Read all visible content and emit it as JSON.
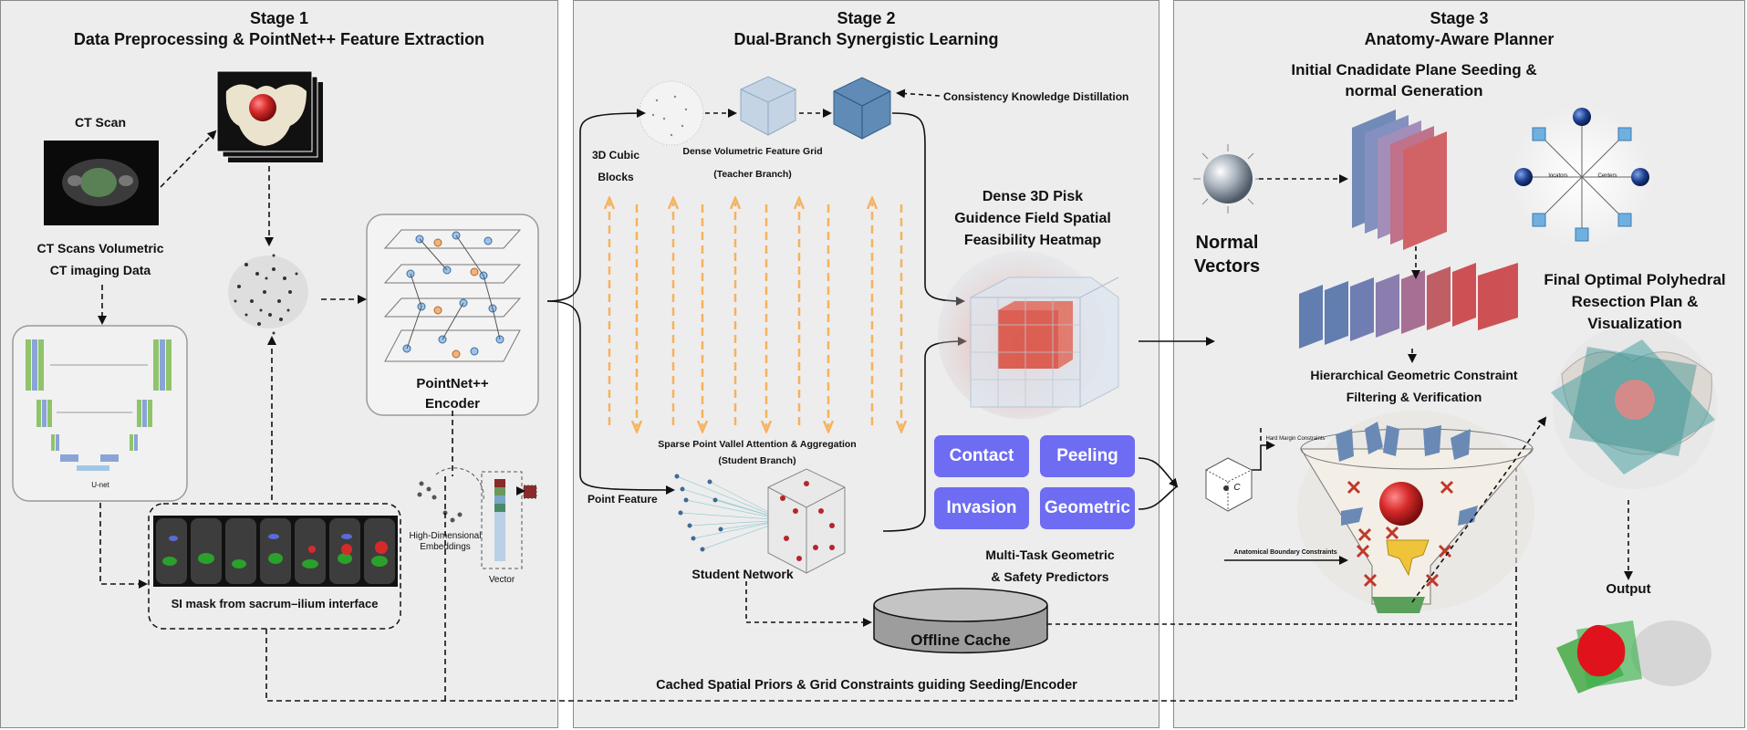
{
  "stage1": {
    "stage_label": "Stage 1",
    "title": "Data Preprocessing & PointNet++ Feature Extraction",
    "ct_scan": "CT Scan",
    "ct_caption_1": "CT Scans Volumetric",
    "ct_caption_2": "CT imaging Data",
    "unet": "U-net",
    "mask_caption": "SI mask from sacrum–ilium interface",
    "encoder_1": "PointNet++",
    "encoder_2": "Encoder",
    "embeddings_1": "High-Dimensional",
    "embeddings_2": "Embeddings",
    "vector": "Vector"
  },
  "stage2": {
    "stage_label": "Stage 2",
    "title": "Dual-Branch Synergistic Learning",
    "cubic_1": "3D Cubic",
    "cubic_2": "Blocks",
    "grid_1": "Dense Volumetric Feature Grid",
    "grid_2": "(Teacher Branch)",
    "distill": "Consistency Knowledge Distillation",
    "sparse_1": "Sparse Point Vallel Attention & Aggregation",
    "sparse_2": "(Student Branch)",
    "point_feature": "Point Feature",
    "student": "Student Network",
    "heat_1": "Dense 3D Pisk",
    "heat_2": "Guidence Field Spatial",
    "heat_3": "Feasibility Heatmap",
    "predictors": [
      "Contact",
      "Peeling",
      "Invasion",
      "Geometric"
    ],
    "multitask_1": "Multi-Task Geometric",
    "multitask_2": "& Safety Predictors",
    "cache": "Offline Cache",
    "cached_priors": "Cached Spatial Priors & Grid Constraints guiding Seeding/Encoder"
  },
  "stage3": {
    "stage_label": "Stage 3",
    "title": "Anatomy-Aware Planner",
    "seeding_1": "Initial Cnadidate Plane Seeding &",
    "seeding_2": "normal Generation",
    "normal_1": "Normal",
    "normal_2": "Vectors",
    "locators": "locators",
    "centers": "Centers",
    "hier_1": "Hierarchical Geometric Constraint",
    "hier_2": "Filtering & Verification",
    "hard_margin": "Hard Margin Constraints",
    "c_label": "C",
    "boundary": "Anatomical Boundary Constraints",
    "final_1": "Final Optimal Polyhedral",
    "final_2": "Resection Plan &",
    "final_3": "Visualization",
    "output": "Output"
  },
  "colors": {
    "panel_bg": "#ededed",
    "predictor_btn": "#6d6cf2",
    "orange_arrows": "#f6b25e",
    "tumor_red": "#d62a2a",
    "plane_blue": "#4a6aa6",
    "plane_red": "#c8363a",
    "mask_green": "#2ca02c",
    "teal_planes": "#4aa0a0"
  }
}
